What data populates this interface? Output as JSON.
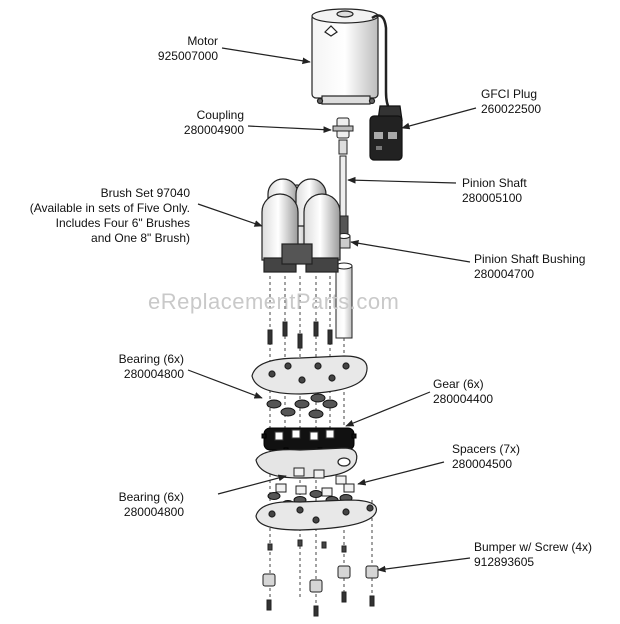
{
  "watermark": "eReplacementParts.com",
  "parts": {
    "motor": {
      "name": "Motor",
      "number": "925007000"
    },
    "coupling": {
      "name": "Coupling",
      "number": "280004900"
    },
    "gfci_plug": {
      "name": "GFCI Plug",
      "number": "260022500"
    },
    "pinion_shaft": {
      "name": "Pinion Shaft",
      "number": "280005100"
    },
    "brush_set": {
      "line1": "Brush Set 97040",
      "line2": "(Available in sets of Five Only.",
      "line3": "Includes Four 6\" Brushes",
      "line4": "and One 8\" Brush)"
    },
    "pinion_shaft_bushing": {
      "name": "Pinion Shaft Bushing",
      "number": "280004700"
    },
    "bearing_upper": {
      "name": "Bearing (6x)",
      "number": "280004800"
    },
    "gear": {
      "name": "Gear (6x)",
      "number": "280004400"
    },
    "spacers": {
      "name": "Spacers (7x)",
      "number": "280004500"
    },
    "bearing_lower": {
      "name": "Bearing (6x)",
      "number": "280004800"
    },
    "bumper": {
      "name": "Bumper w/ Screw (4x)",
      "number": "912893605"
    }
  }
}
